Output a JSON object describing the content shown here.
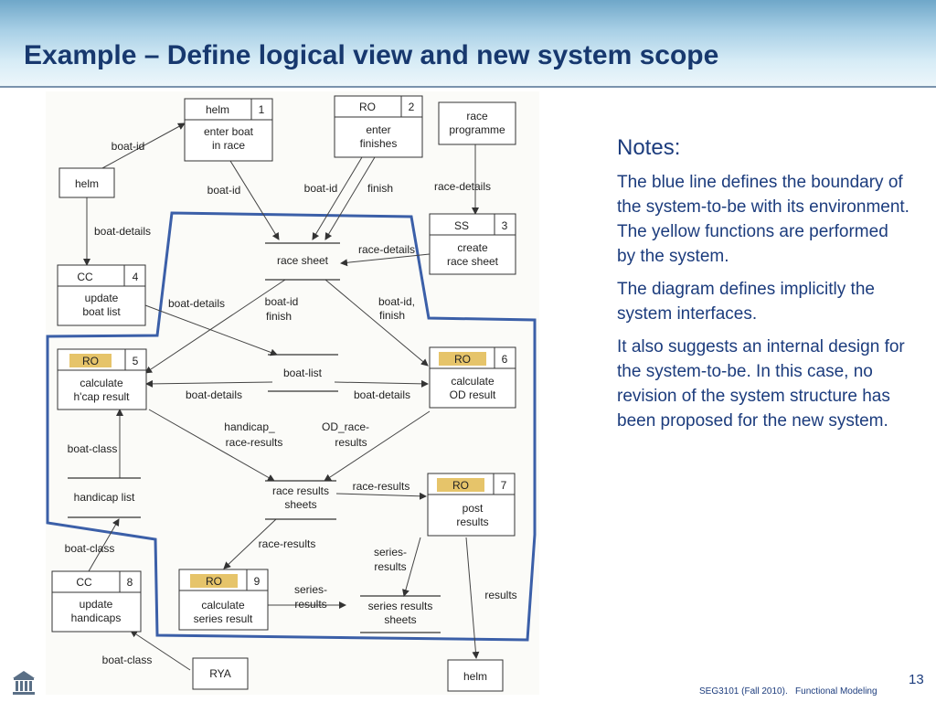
{
  "title": "Example – Define logical view and new system scope",
  "notes": {
    "heading": "Notes:",
    "paragraphs": [
      "The blue line defines the boundary of the system-to-be with its environment. The yellow functions are performed by the system.",
      "The diagram defines implicitly the system interfaces.",
      "It also suggests an internal design for the system-to-be. In this case, no revision of the system structure has been proposed for the new system."
    ]
  },
  "footer": {
    "course": "SEG3101 (Fall 2010).   Functional Modeling",
    "page": "13"
  },
  "colors": {
    "title": "#17386e",
    "notes_text": "#1c3c7d",
    "boundary": "#3b5fa8",
    "system_function_tag": "#e6c46a"
  },
  "diagram": {
    "processes": [
      {
        "id": "p1",
        "number": "1",
        "actor": "helm",
        "label": [
          "enter boat",
          "in race"
        ],
        "in_system": false
      },
      {
        "id": "p2",
        "number": "2",
        "actor": "RO",
        "label": [
          "enter",
          "finishes"
        ],
        "in_system": false
      },
      {
        "id": "p3",
        "number": "3",
        "actor": "SS",
        "label": [
          "create",
          "race sheet"
        ],
        "in_system": false
      },
      {
        "id": "p4",
        "number": "4",
        "actor": "CC",
        "label": [
          "update",
          "boat list"
        ],
        "in_system": false
      },
      {
        "id": "p5",
        "number": "5",
        "actor": "RO",
        "label": [
          "calculate",
          "h'cap result"
        ],
        "in_system": true
      },
      {
        "id": "p6",
        "number": "6",
        "actor": "RO",
        "label": [
          "calculate",
          "OD result"
        ],
        "in_system": true
      },
      {
        "id": "p7",
        "number": "7",
        "actor": "RO",
        "label": [
          "post",
          "results"
        ],
        "in_system": true
      },
      {
        "id": "p8",
        "number": "8",
        "actor": "CC",
        "label": [
          "update",
          "handicaps"
        ],
        "in_system": false
      },
      {
        "id": "p9",
        "number": "9",
        "actor": "RO",
        "label": [
          "calculate",
          "series result"
        ],
        "in_system": true
      }
    ],
    "externals": [
      {
        "id": "e-helm-top",
        "label": [
          "helm"
        ]
      },
      {
        "id": "e-race-programme",
        "label": [
          "race",
          "programme"
        ]
      },
      {
        "id": "e-rya",
        "label": [
          "RYA"
        ]
      },
      {
        "id": "e-helm-bottom",
        "label": [
          "helm"
        ]
      }
    ],
    "stores": [
      {
        "id": "s-race-sheet",
        "label": [
          "race sheet"
        ]
      },
      {
        "id": "s-boat-list",
        "label": [
          "boat-list"
        ]
      },
      {
        "id": "s-handicap-list",
        "label": [
          "handicap list"
        ]
      },
      {
        "id": "s-race-results",
        "label": [
          "race results",
          "sheets"
        ]
      },
      {
        "id": "s-series-results",
        "label": [
          "series results",
          "sheets"
        ]
      }
    ],
    "flows": [
      {
        "id": "f1",
        "label": [
          "boat-id"
        ]
      },
      {
        "id": "f2",
        "label": [
          "boat-details"
        ]
      },
      {
        "id": "f3",
        "label": [
          "boat-id"
        ]
      },
      {
        "id": "f4",
        "label": [
          "boat-id"
        ]
      },
      {
        "id": "f5",
        "label": [
          "finish"
        ]
      },
      {
        "id": "f6",
        "label": [
          "race-details"
        ]
      },
      {
        "id": "f7",
        "label": [
          "race-details"
        ]
      },
      {
        "id": "f8",
        "label": [
          "boat-details"
        ]
      },
      {
        "id": "f9",
        "label": [
          "boat-id",
          "finish"
        ]
      },
      {
        "id": "f10",
        "label": [
          "boat-id,",
          "finish"
        ]
      },
      {
        "id": "f11",
        "label": [
          "boat-details"
        ]
      },
      {
        "id": "f12",
        "label": [
          "boat-details"
        ]
      },
      {
        "id": "f13",
        "label": [
          "boat-class"
        ]
      },
      {
        "id": "f14",
        "label": [
          "handicap_",
          "race-results"
        ]
      },
      {
        "id": "f15",
        "label": [
          "OD_race-",
          "results"
        ]
      },
      {
        "id": "f16",
        "label": [
          "race-results"
        ]
      },
      {
        "id": "f17",
        "label": [
          "boat-class"
        ]
      },
      {
        "id": "f18",
        "label": [
          "race-results"
        ]
      },
      {
        "id": "f19",
        "label": [
          "series-",
          "results"
        ]
      },
      {
        "id": "f20",
        "label": [
          "series-",
          "results"
        ]
      },
      {
        "id": "f21",
        "label": [
          "results"
        ]
      },
      {
        "id": "f22",
        "label": [
          "boat-class"
        ]
      }
    ]
  }
}
